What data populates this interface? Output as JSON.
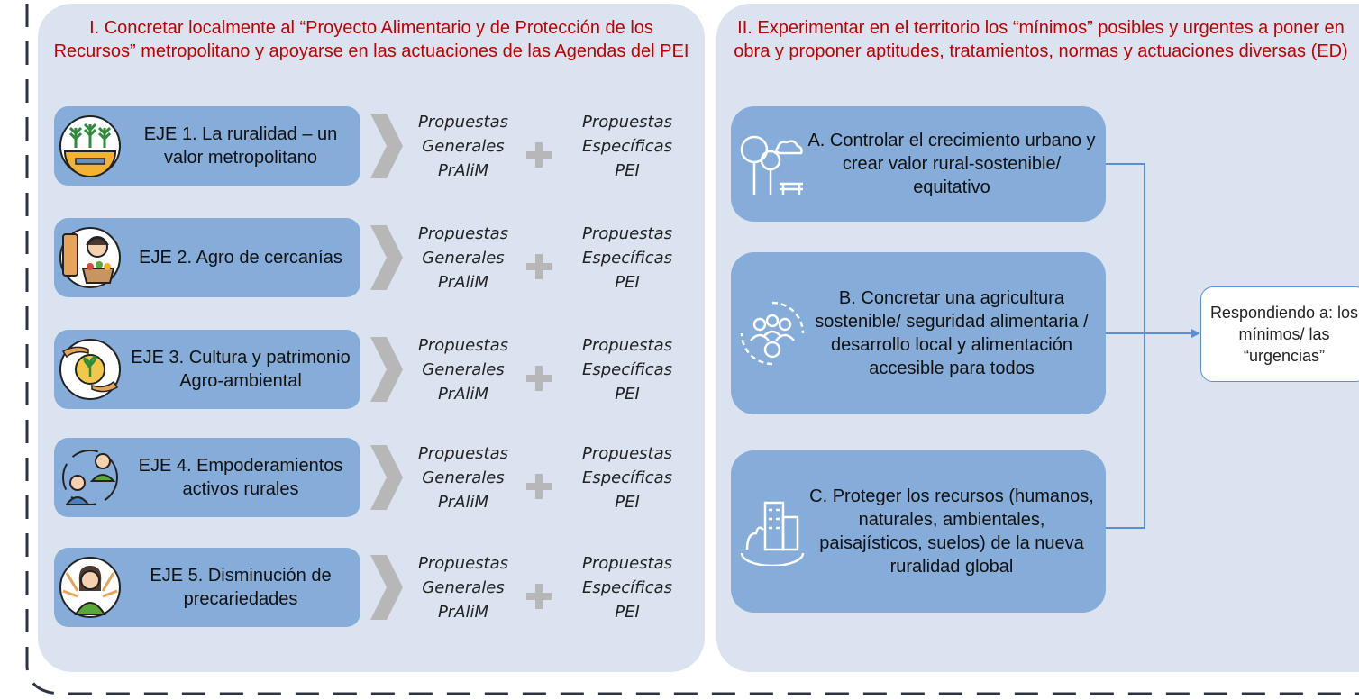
{
  "left_panel": {
    "title": "I. Concretar localmente al “Proyecto Alimentario y de Protección de los Recursos” metropolitano y apoyarse en las actuaciones de las Agendas del PEI",
    "ejes": [
      {
        "label": "EJE 1. La ruralidad – un valor metropolitano",
        "icon": "rural-gear-icon"
      },
      {
        "label": "EJE 2. Agro de cercanías",
        "icon": "market-vendor-icon"
      },
      {
        "label": "EJE 3. Cultura y patrimonio Agro-ambiental",
        "icon": "hands-seedling-icon"
      },
      {
        "label": "EJE 4. Empoderamientos activos rurales",
        "icon": "people-cycle-icon"
      },
      {
        "label": "EJE 5. Disminución de precariedades",
        "icon": "multi-arm-woman-icon"
      }
    ],
    "proposals": {
      "general": "Propuestas Generales PrAliM",
      "specific": "Propuestas Específicas PEI"
    }
  },
  "right_panel": {
    "title": "II. Experimentar en el territorio los “mínimos” posibles y urgentes a poner en obra y proponer aptitudes, tratamientos, normas y actuaciones diversas (ED)",
    "boxes": [
      {
        "label": "A. Controlar el crecimiento urbano y crear valor rural-sostenible/ equitativo",
        "icon": "tree-bench-icon"
      },
      {
        "label": "B. Concretar una agricultura sostenible/ seguridad alimentaria / desarrollo local y alimentación accesible para todos",
        "icon": "community-gear-icon"
      },
      {
        "label": "C. Proteger los recursos (humanos, naturales, ambientales, paisajísticos, suelos) de la nueva ruralidad global",
        "icon": "city-globe-icon"
      }
    ],
    "result": "Respondiendo a: los mínimos/ las “urgencias”"
  },
  "colors": {
    "panel_bg": "#dbe3f0",
    "box_fill": "#86acd9",
    "title_red": "#c00000",
    "chevron_gray": "#b7b7b7",
    "connector_blue": "#5b8fd0",
    "icon_blue": "#2f5d8a"
  }
}
